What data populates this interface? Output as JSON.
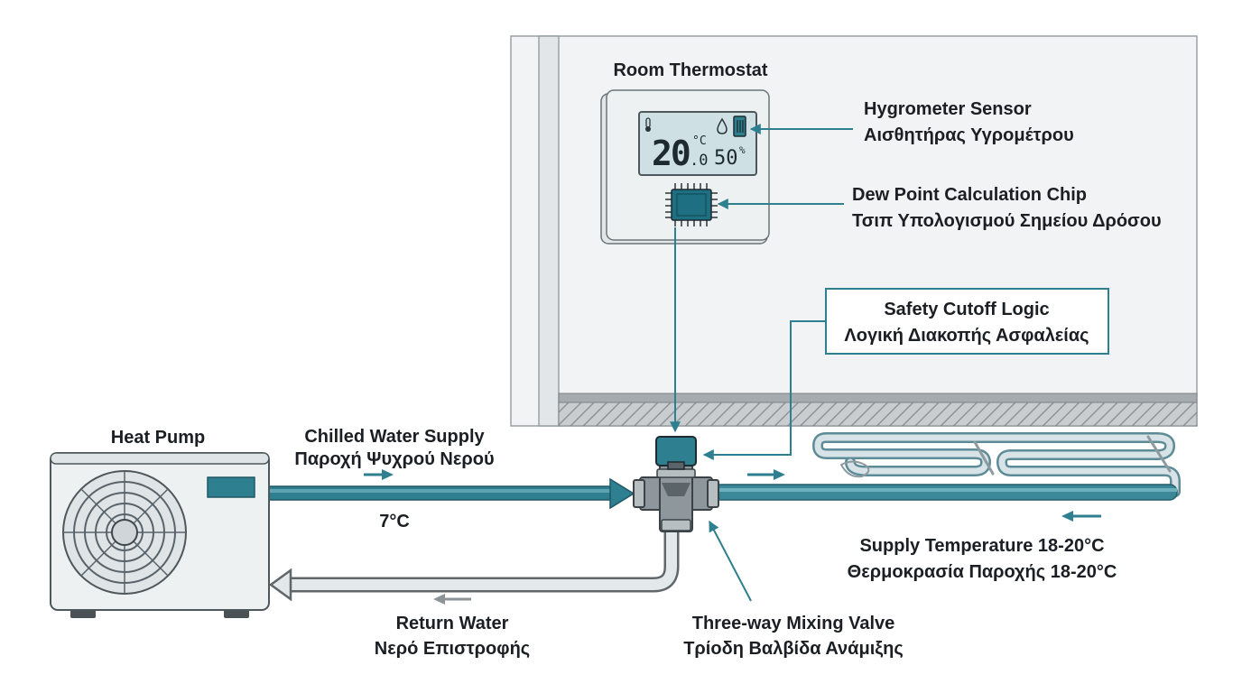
{
  "labels": {
    "room_thermostat": "Room Thermostat",
    "hygrometer_en": "Hygrometer Sensor",
    "hygrometer_el": "Αισθητήρας Υγρομέτρου",
    "dew_chip_en": "Dew Point Calculation Chip",
    "dew_chip_el": "Τσιπ Υπολογισμού Σημείου Δρόσου",
    "safety_en": "Safety Cutoff Logic",
    "safety_el": "Λογική Διακοπής Ασφαλείας",
    "heat_pump": "Heat Pump",
    "chilled_en": "Chilled Water Supply",
    "chilled_el": "Παροχή Ψυχρού Νερού",
    "chilled_temp": "7°C",
    "supply_temp_en": "Supply Temperature 18-20°C",
    "supply_temp_el": "Θερμοκρασία Παροχής 18-20°C",
    "return_en": "Return Water",
    "return_el": "Νερό Επιστροφής",
    "valve_en": "Three-way Mixing Valve",
    "valve_el": "Τρίοδη Βαλβίδα Ανάμιξης"
  },
  "thermostat_display": {
    "temp_main": "20",
    "temp_decimal": ".0",
    "temp_unit": "°C",
    "humidity": "50",
    "humidity_unit": "%"
  },
  "colors": {
    "pipe_teal": "#2e7f8f",
    "chip_teal": "#1f6f82",
    "lcd_screen": "#cfe0e4",
    "return_pipe": "#e3e8ea",
    "arrow_gray": "#8c9498",
    "wall": "#f1f3f4"
  }
}
